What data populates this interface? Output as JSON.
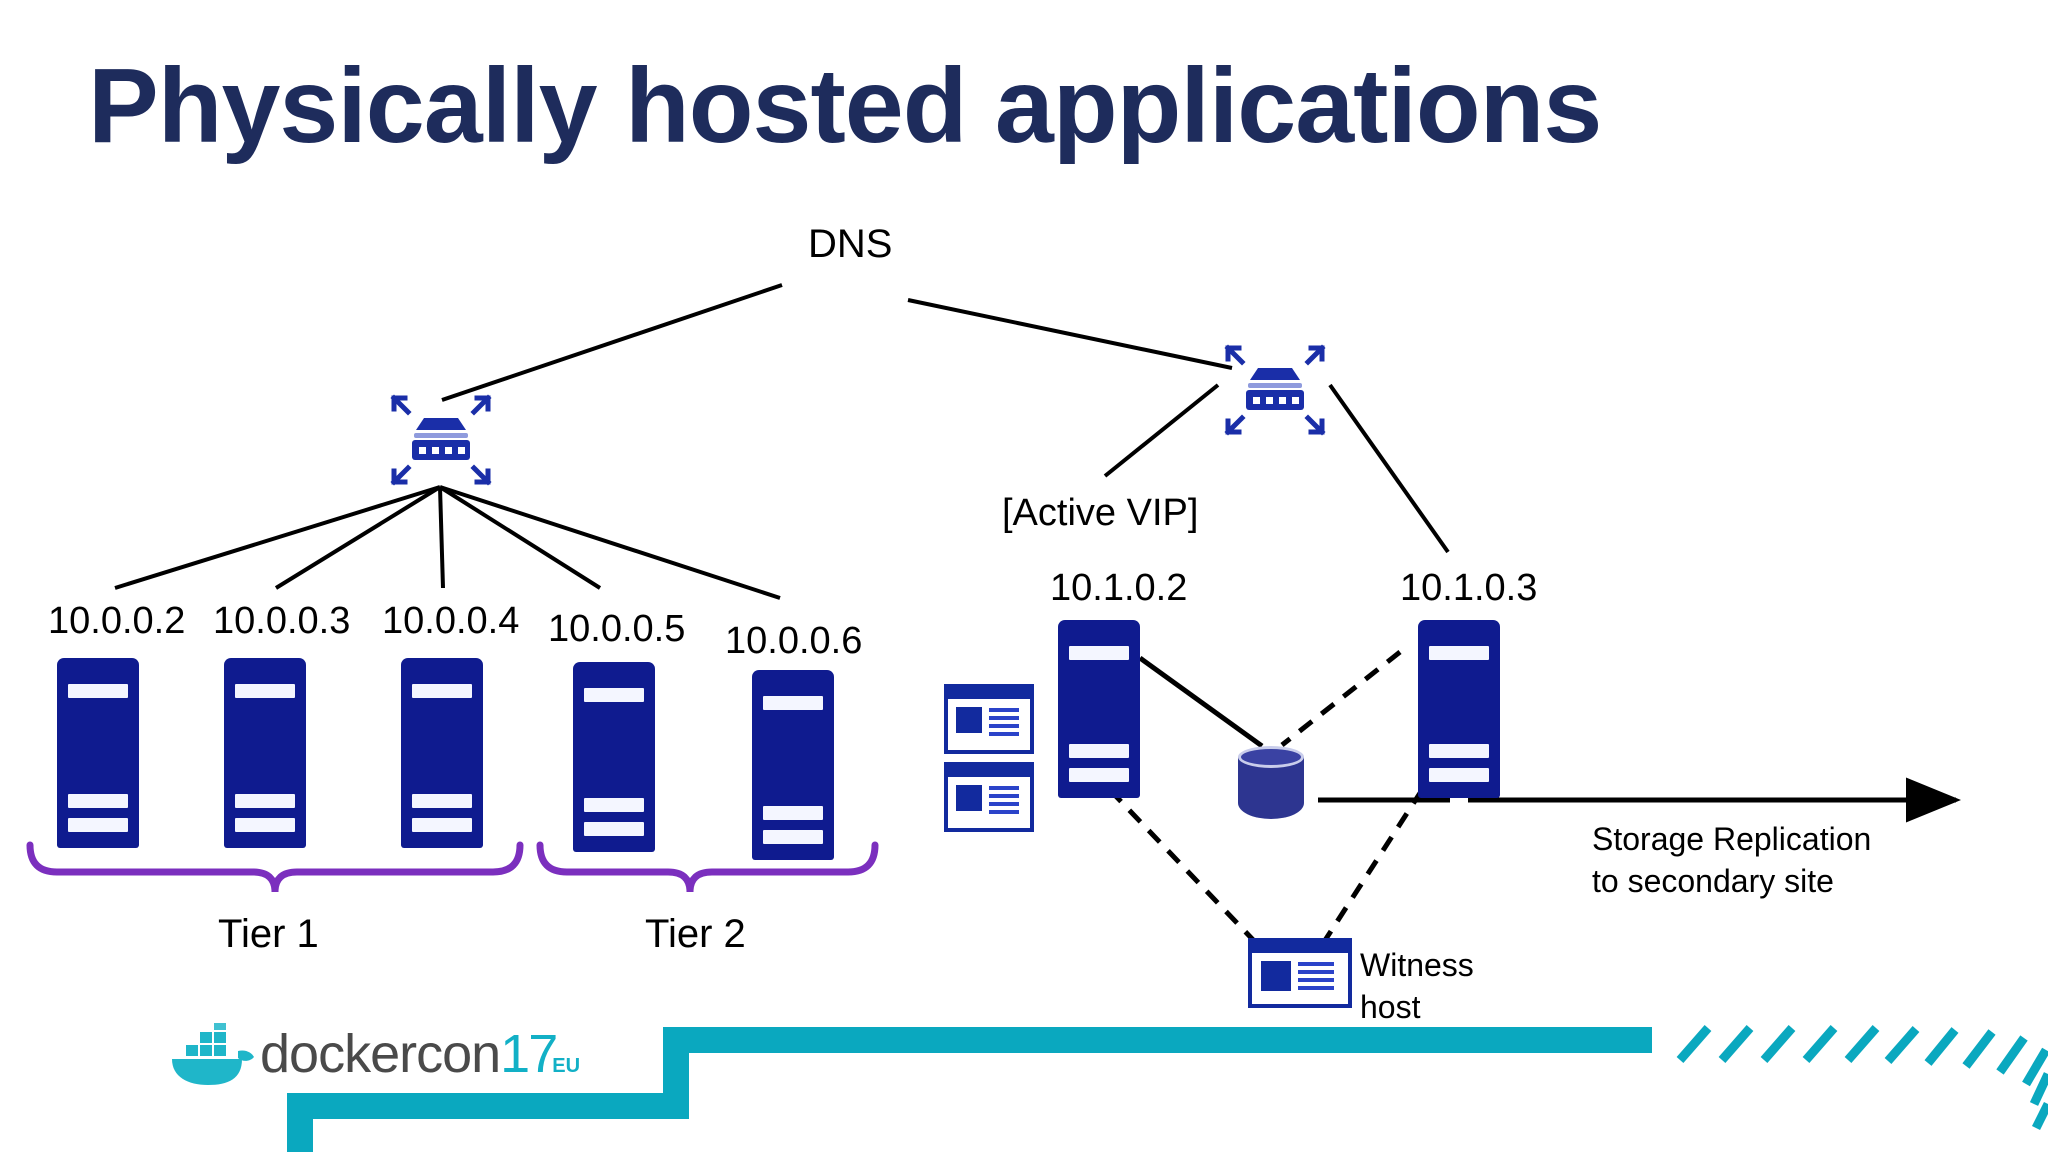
{
  "slide": {
    "title": "Physically hosted applications",
    "background": "#ffffff",
    "title_color": "#1e2c5c"
  },
  "colors": {
    "server_blue": "#0f1b8f",
    "icon_blue": "#122a9e",
    "cylinder_blue": "#2d3590",
    "bracket_purple": "#7b2fbe",
    "line_black": "#000000",
    "teal": "#0aa8bf",
    "logo_gray": "#4a4a4a"
  },
  "diagram": {
    "dns_label": "DNS",
    "left_cluster": {
      "load_balancer_name": "load-balancer",
      "servers": [
        {
          "ip": "10.0.0.2"
        },
        {
          "ip": "10.0.0.3"
        },
        {
          "ip": "10.0.0.4"
        },
        {
          "ip": "10.0.0.5"
        },
        {
          "ip": "10.0.0.6"
        }
      ],
      "groups": [
        {
          "label": "Tier 1",
          "members": [
            "10.0.0.2",
            "10.0.0.3",
            "10.0.0.4"
          ]
        },
        {
          "label": "Tier 2",
          "members": [
            "10.0.0.5",
            "10.0.0.6"
          ]
        }
      ]
    },
    "right_cluster": {
      "load_balancer_name": "load-balancer",
      "vip_label": "[Active VIP]",
      "servers": [
        {
          "ip": "10.1.0.2"
        },
        {
          "ip": "10.1.0.3"
        }
      ],
      "storage_name": "shared-storage",
      "witness_label_line1": "Witness",
      "witness_label_line2": "host",
      "replication_label_line1": "Storage Replication",
      "replication_label_line2": "to secondary site"
    }
  },
  "footer": {
    "logo_word": "dockercon",
    "logo_year": "17",
    "logo_region": "EU"
  }
}
